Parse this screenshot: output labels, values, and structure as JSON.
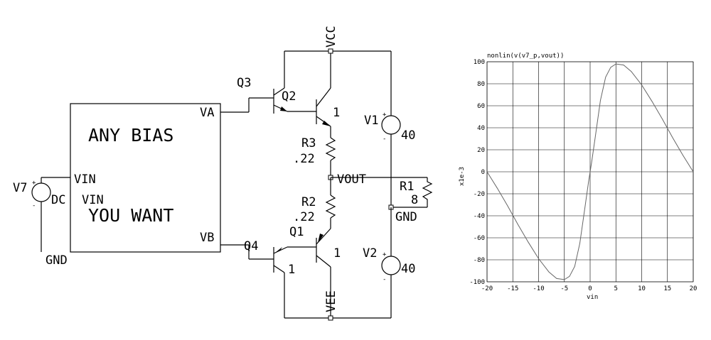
{
  "schematic": {
    "block": {
      "line1": "ANY BIAS",
      "line2": "YOU WANT",
      "pin_va": "VA",
      "pin_vin": "VIN",
      "pin_vb": "VB"
    },
    "nodes": {
      "vcc": "VCC",
      "vee": "VEE",
      "vout": "VOUT",
      "gnd": "GND"
    },
    "transistors": {
      "q3": {
        "name": "Q3"
      },
      "q2": {
        "name": "Q2",
        "value": "1"
      },
      "q1": {
        "name": "Q1",
        "value": "1"
      },
      "q4": {
        "name": "Q4",
        "value": "1"
      }
    },
    "resistors": {
      "r3": {
        "name": "R3",
        "value": ".22"
      },
      "r2": {
        "name": "R2",
        "value": ".22"
      },
      "r1": {
        "name": "R1",
        "value": "8"
      }
    },
    "sources": {
      "v1": {
        "name": "V1",
        "value": "40",
        "plus": "+",
        "minus": "-"
      },
      "v2": {
        "name": "V2",
        "value": "40",
        "plus": "+",
        "minus": "-"
      },
      "v7": {
        "name": "V7",
        "type": "DC",
        "value": "VIN",
        "plus": "+",
        "minus": "-",
        "gnd": "GND"
      }
    }
  },
  "plot": {
    "title": "nonlin(v(v7_p,vout))",
    "xlabel": "vin",
    "ylabel": "x1e-3",
    "chart_data": {
      "type": "line",
      "title": "nonlin(v(v7_p,vout))",
      "xlabel": "vin",
      "ylabel": "x1e-3",
      "xlim": [
        -20,
        20
      ],
      "ylim": [
        -100,
        100
      ],
      "xticks": [
        -20,
        -15,
        -10,
        -5,
        0,
        5,
        10,
        15,
        20
      ],
      "yticks": [
        -100,
        -80,
        -60,
        -40,
        -20,
        0,
        20,
        40,
        60,
        80,
        100
      ],
      "grid": true,
      "series": [
        {
          "x": [
            -20,
            -18,
            -16,
            -14,
            -12,
            -10,
            -8,
            -6.5,
            -5,
            -4,
            -3,
            -2,
            -1,
            -0.3,
            0,
            0.3,
            1,
            2,
            3,
            4,
            5,
            6.5,
            8,
            10,
            12,
            14,
            16,
            18,
            20
          ],
          "y": [
            0,
            -15,
            -31,
            -48,
            -64,
            -79,
            -91,
            -97,
            -98,
            -95,
            -86,
            -65,
            -32,
            -9,
            0,
            9,
            32,
            65,
            86,
            95,
            98,
            97,
            91,
            79,
            64,
            48,
            31,
            15,
            0
          ]
        }
      ]
    }
  }
}
